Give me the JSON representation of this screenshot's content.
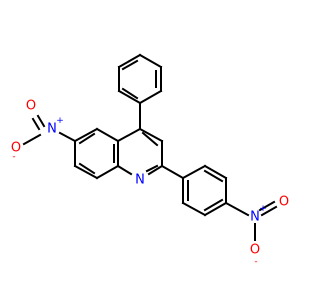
{
  "colors": {
    "bond": "#000000",
    "nitrogen": "#0000ff",
    "oxygen": "#ff0000",
    "background": "#ffffff"
  },
  "atom_labels": {
    "ring_nitrogen": "N",
    "nitro_left_nitrogen": "N",
    "nitro_left_charge_pos": "+",
    "nitro_left_oxygen_top": "O",
    "nitro_left_oxygen_bottom": "O",
    "nitro_left_charge_neg": "-",
    "nitro_right_nitrogen": "N",
    "nitro_right_charge_pos": "+",
    "nitro_right_oxygen_right": "O",
    "nitro_right_oxygen_bottom": "O",
    "nitro_right_charge_neg": "-"
  }
}
